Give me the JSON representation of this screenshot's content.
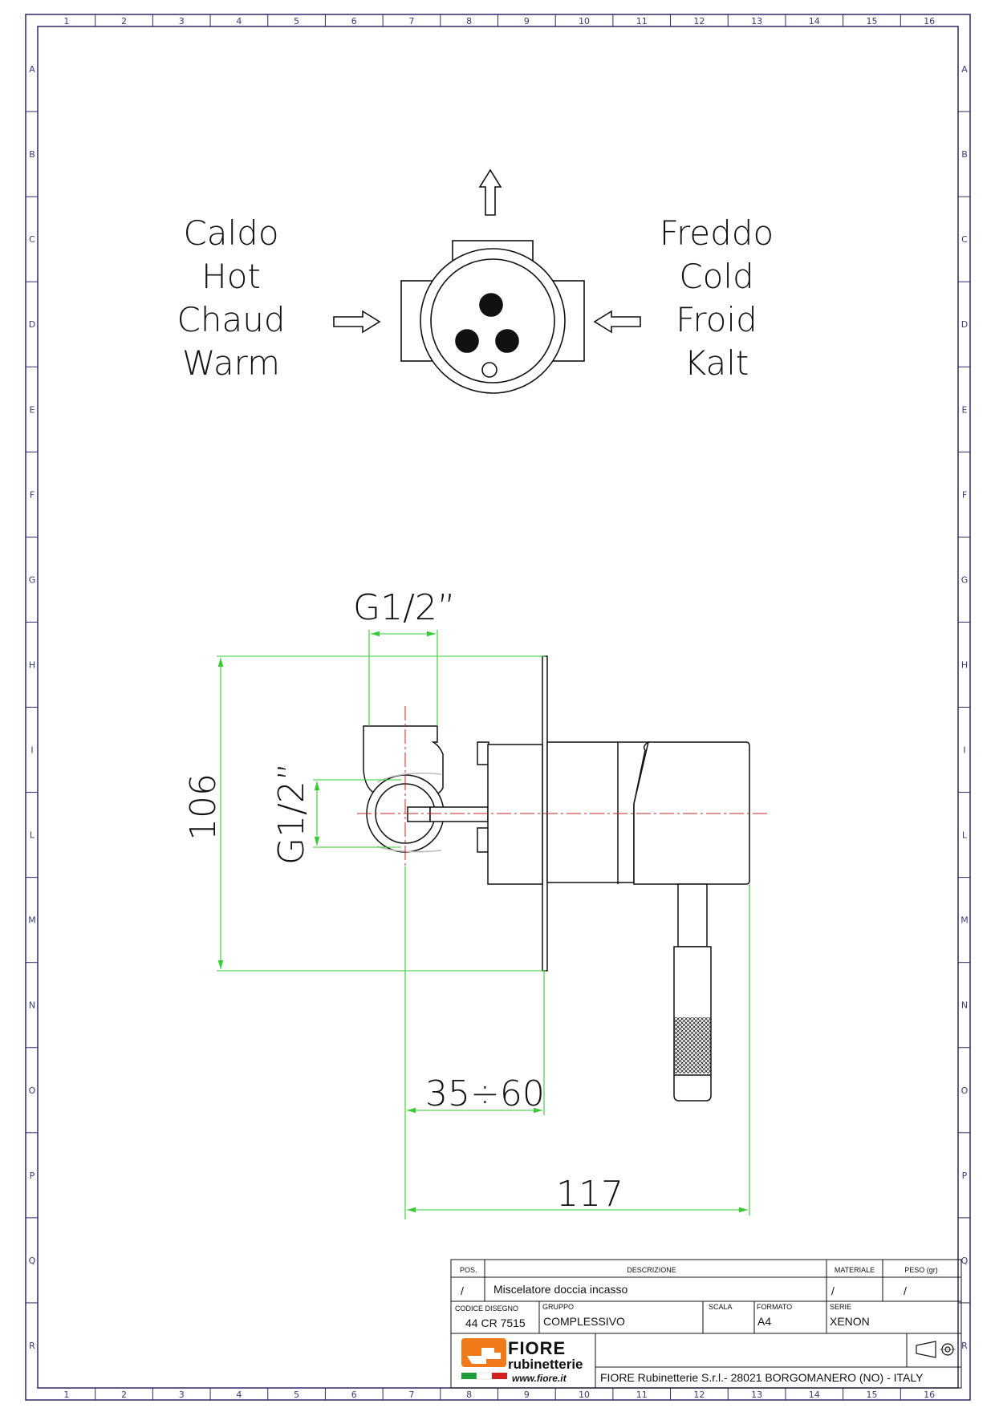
{
  "frame": {
    "columns": [
      "1",
      "2",
      "3",
      "4",
      "5",
      "6",
      "7",
      "8",
      "9",
      "10",
      "11",
      "12",
      "13",
      "14",
      "15",
      "16"
    ],
    "rows": [
      "A",
      "B",
      "C",
      "D",
      "E",
      "F",
      "G",
      "H",
      "I",
      "L",
      "M",
      "N",
      "O",
      "P",
      "Q",
      "R"
    ]
  },
  "top_view": {
    "left_labels": [
      "Caldo",
      "Hot",
      "Chaud",
      "Warm"
    ],
    "right_labels": [
      "Freddo",
      "Cold",
      "Froid",
      "Kalt"
    ]
  },
  "dimensions": {
    "top_thread": "G1/2”",
    "side_thread": "G1/2”",
    "height": "106",
    "depth_range": "35÷60",
    "total_depth": "117"
  },
  "title_block": {
    "pos_header": "POS.",
    "descrizione_header": "DESCRIZIONE",
    "materiale_header": "MATERIALE",
    "peso_header": "PESO (gr)",
    "pos_value": "/",
    "descrizione_value": "Miscelatore doccia incasso",
    "materiale_value": "/",
    "peso_value": "/",
    "codice_header": "CODICE DISEGNO",
    "codice_value": "44 CR 7515",
    "gruppo_header": "GRUPPO",
    "gruppo_value": "COMPLESSIVO",
    "scala_header": "SCALA",
    "formato_header": "FORMATO",
    "formato_value": "A4",
    "serie_header": "SERIE",
    "serie_value": "XENON",
    "logo_line1": "FIORE",
    "logo_line2": "rubinetterie",
    "logo_web": "www.fiore.it",
    "company": "FIORE Rubinetterie S.r.l.- 28021 BORGOMANERO (NO) - ITALY"
  },
  "colors": {
    "dimension_line": "#33cc33",
    "centerline": "#cc2222",
    "frame": "#2a2a6a",
    "logo_orange": "#f07a1a"
  }
}
